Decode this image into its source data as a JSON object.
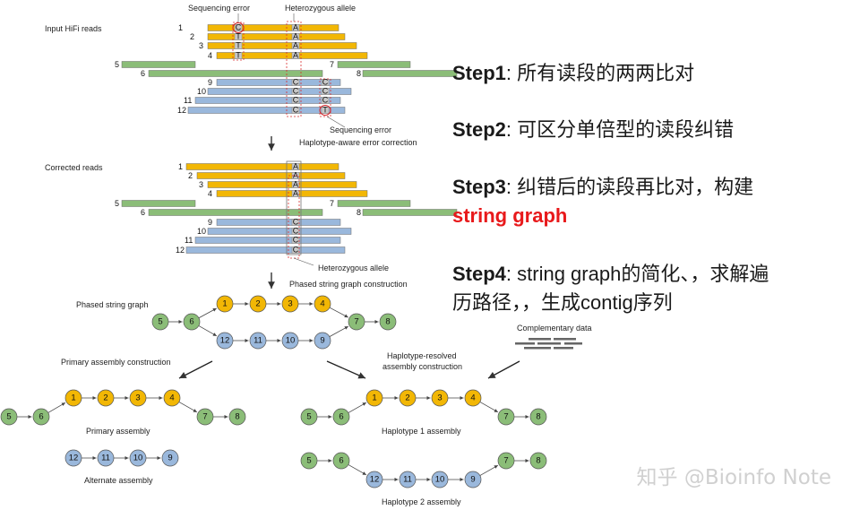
{
  "labels": {
    "sequencing_error_top": "Sequencing error",
    "heterozygous_allele_top": "Heterozygous allele",
    "input_reads": "Input HiFi reads",
    "sequencing_error_bottom": "Sequencing error",
    "haplotype_aware": "Haplotype-aware error correction",
    "corrected_reads": "Corrected reads",
    "heterozygous_allele_bottom": "Heterozygous allele",
    "phased_construction": "Phased string graph construction",
    "phased_graph": "Phased string graph",
    "primary_construction": "Primary assembly construction",
    "haplotype_resolved_1": "Haplotype-resolved",
    "haplotype_resolved_2": "assembly construction",
    "complementary": "Complementary data",
    "primary_assembly": "Primary assembly",
    "alternate_assembly": "Alternate assembly",
    "hap1": "Haplotype 1 assembly",
    "hap2": "Haplotype 2 assembly"
  },
  "read_numbers": [
    "1",
    "2",
    "3",
    "4",
    "5",
    "6",
    "7",
    "8",
    "9",
    "10",
    "11",
    "12"
  ],
  "bases": {
    "allele_yellow": "A",
    "error_top": "C",
    "error_yellow": "T",
    "allele_blue": "C",
    "error_bottom": "T"
  },
  "nodes": [
    "1",
    "2",
    "3",
    "4",
    "5",
    "6",
    "7",
    "8",
    "9",
    "10",
    "11",
    "12"
  ],
  "steps": [
    {
      "label": "Step1",
      "text": ": 所有读段的两两比对"
    },
    {
      "label": "Step2",
      "text": ": 可区分单倍型的读段纠错"
    },
    {
      "label": "Step3",
      "text": ": 纠错后的读段再比对，构建",
      "highlight": "string graph"
    },
    {
      "label": "Step4",
      "text": ": string graph的简化、，求解遍",
      "text2": "历路径，，生成contig序列"
    }
  ],
  "watermark": "知乎 @Bioinfo Note",
  "colors": {
    "yellow": "#f2b705",
    "green": "#8bbd78",
    "blue": "#9ab8dc",
    "red": "#d3262b",
    "gray": "#c8c8c8",
    "dash": "#d92e2e"
  }
}
